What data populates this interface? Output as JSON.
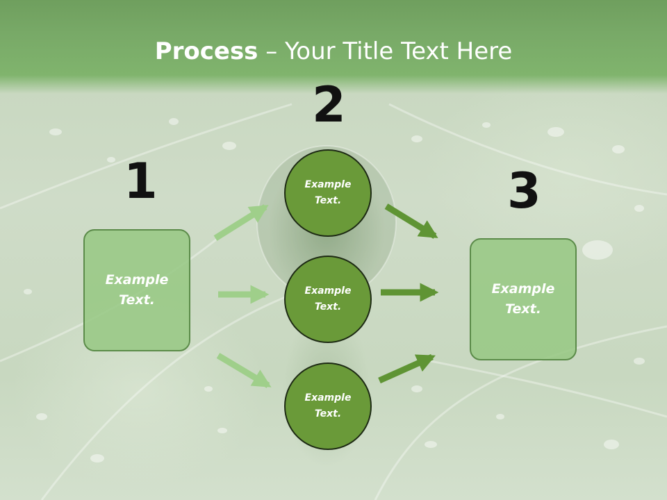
{
  "title": {
    "bold": "Process",
    "rest": " – Your Title Text Here"
  },
  "steps": {
    "one": {
      "number": "1",
      "text": "Example Text."
    },
    "two": {
      "number": "2",
      "items": [
        {
          "text": "Example Text."
        },
        {
          "text": "Example Text."
        },
        {
          "text": "Example Text."
        }
      ]
    },
    "three": {
      "number": "3",
      "text": "Example Text."
    }
  },
  "colors": {
    "band": "#78a967",
    "box_fill": "#96c882",
    "circle_fill": "#6a9a39",
    "arrow_light": "#9fcf8a",
    "arrow_dark": "#5f9434"
  }
}
